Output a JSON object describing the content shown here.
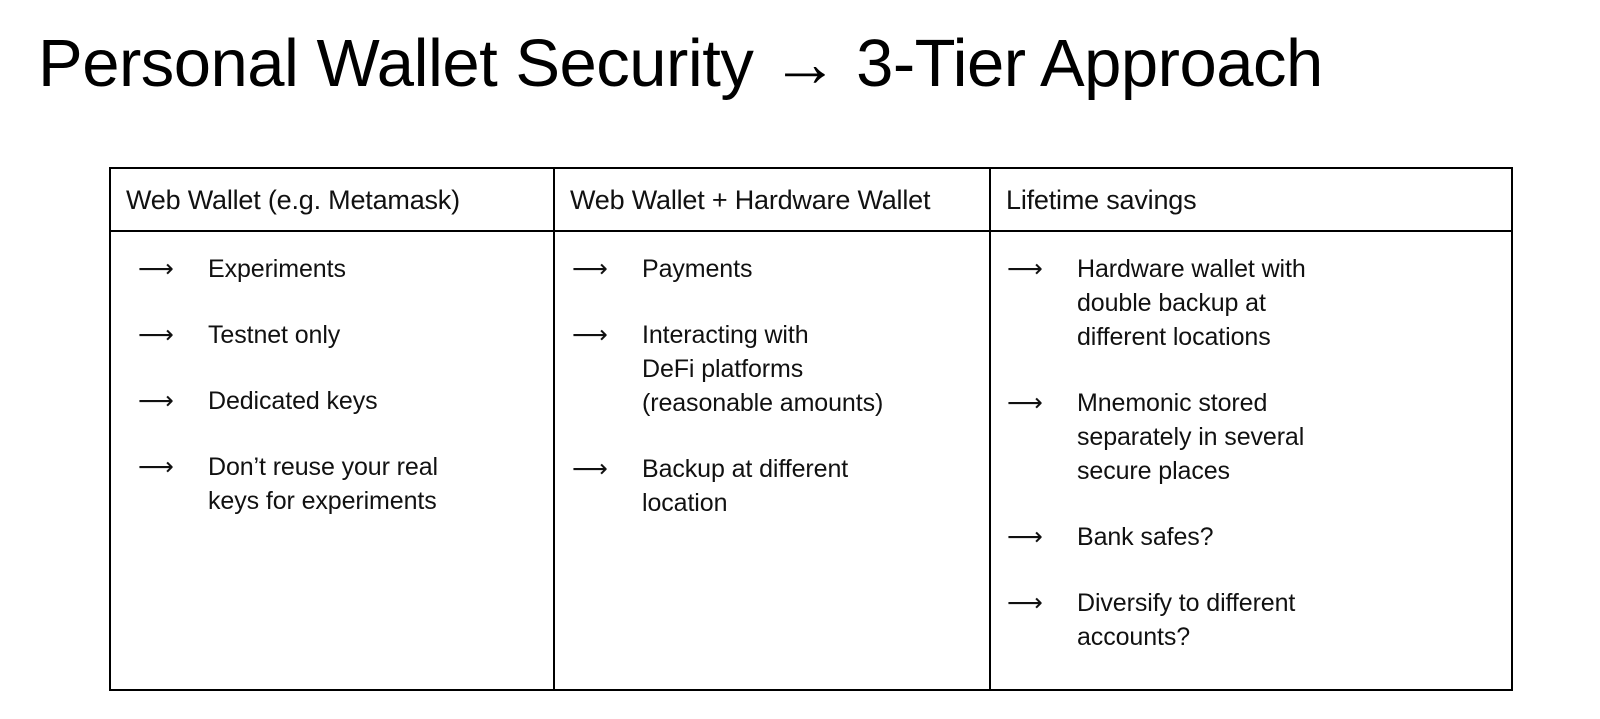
{
  "slide": {
    "title": "Personal Wallet Security → 3-Tier Approach",
    "background_color": "#ffffff",
    "text_color": "#111111",
    "border_color": "#000000"
  },
  "table": {
    "arrow_glyph": "⟶",
    "columns": [
      {
        "header": "Web Wallet (e.g. Metamask)",
        "items": [
          "Experiments",
          "Testnet only",
          "Dedicated keys",
          "Don’t reuse your real\nkeys for experiments"
        ]
      },
      {
        "header": "Web Wallet + Hardware Wallet",
        "items": [
          "Payments",
          "Interacting with\nDeFi platforms\n(reasonable amounts)",
          "Backup at different\nlocation"
        ]
      },
      {
        "header": "Lifetime savings",
        "items": [
          "Hardware wallet with\ndouble backup at\ndifferent locations",
          "Mnemonic stored\nseparately in several\nsecure places",
          "Bank safes?",
          "Diversify to different\naccounts?"
        ]
      }
    ]
  }
}
